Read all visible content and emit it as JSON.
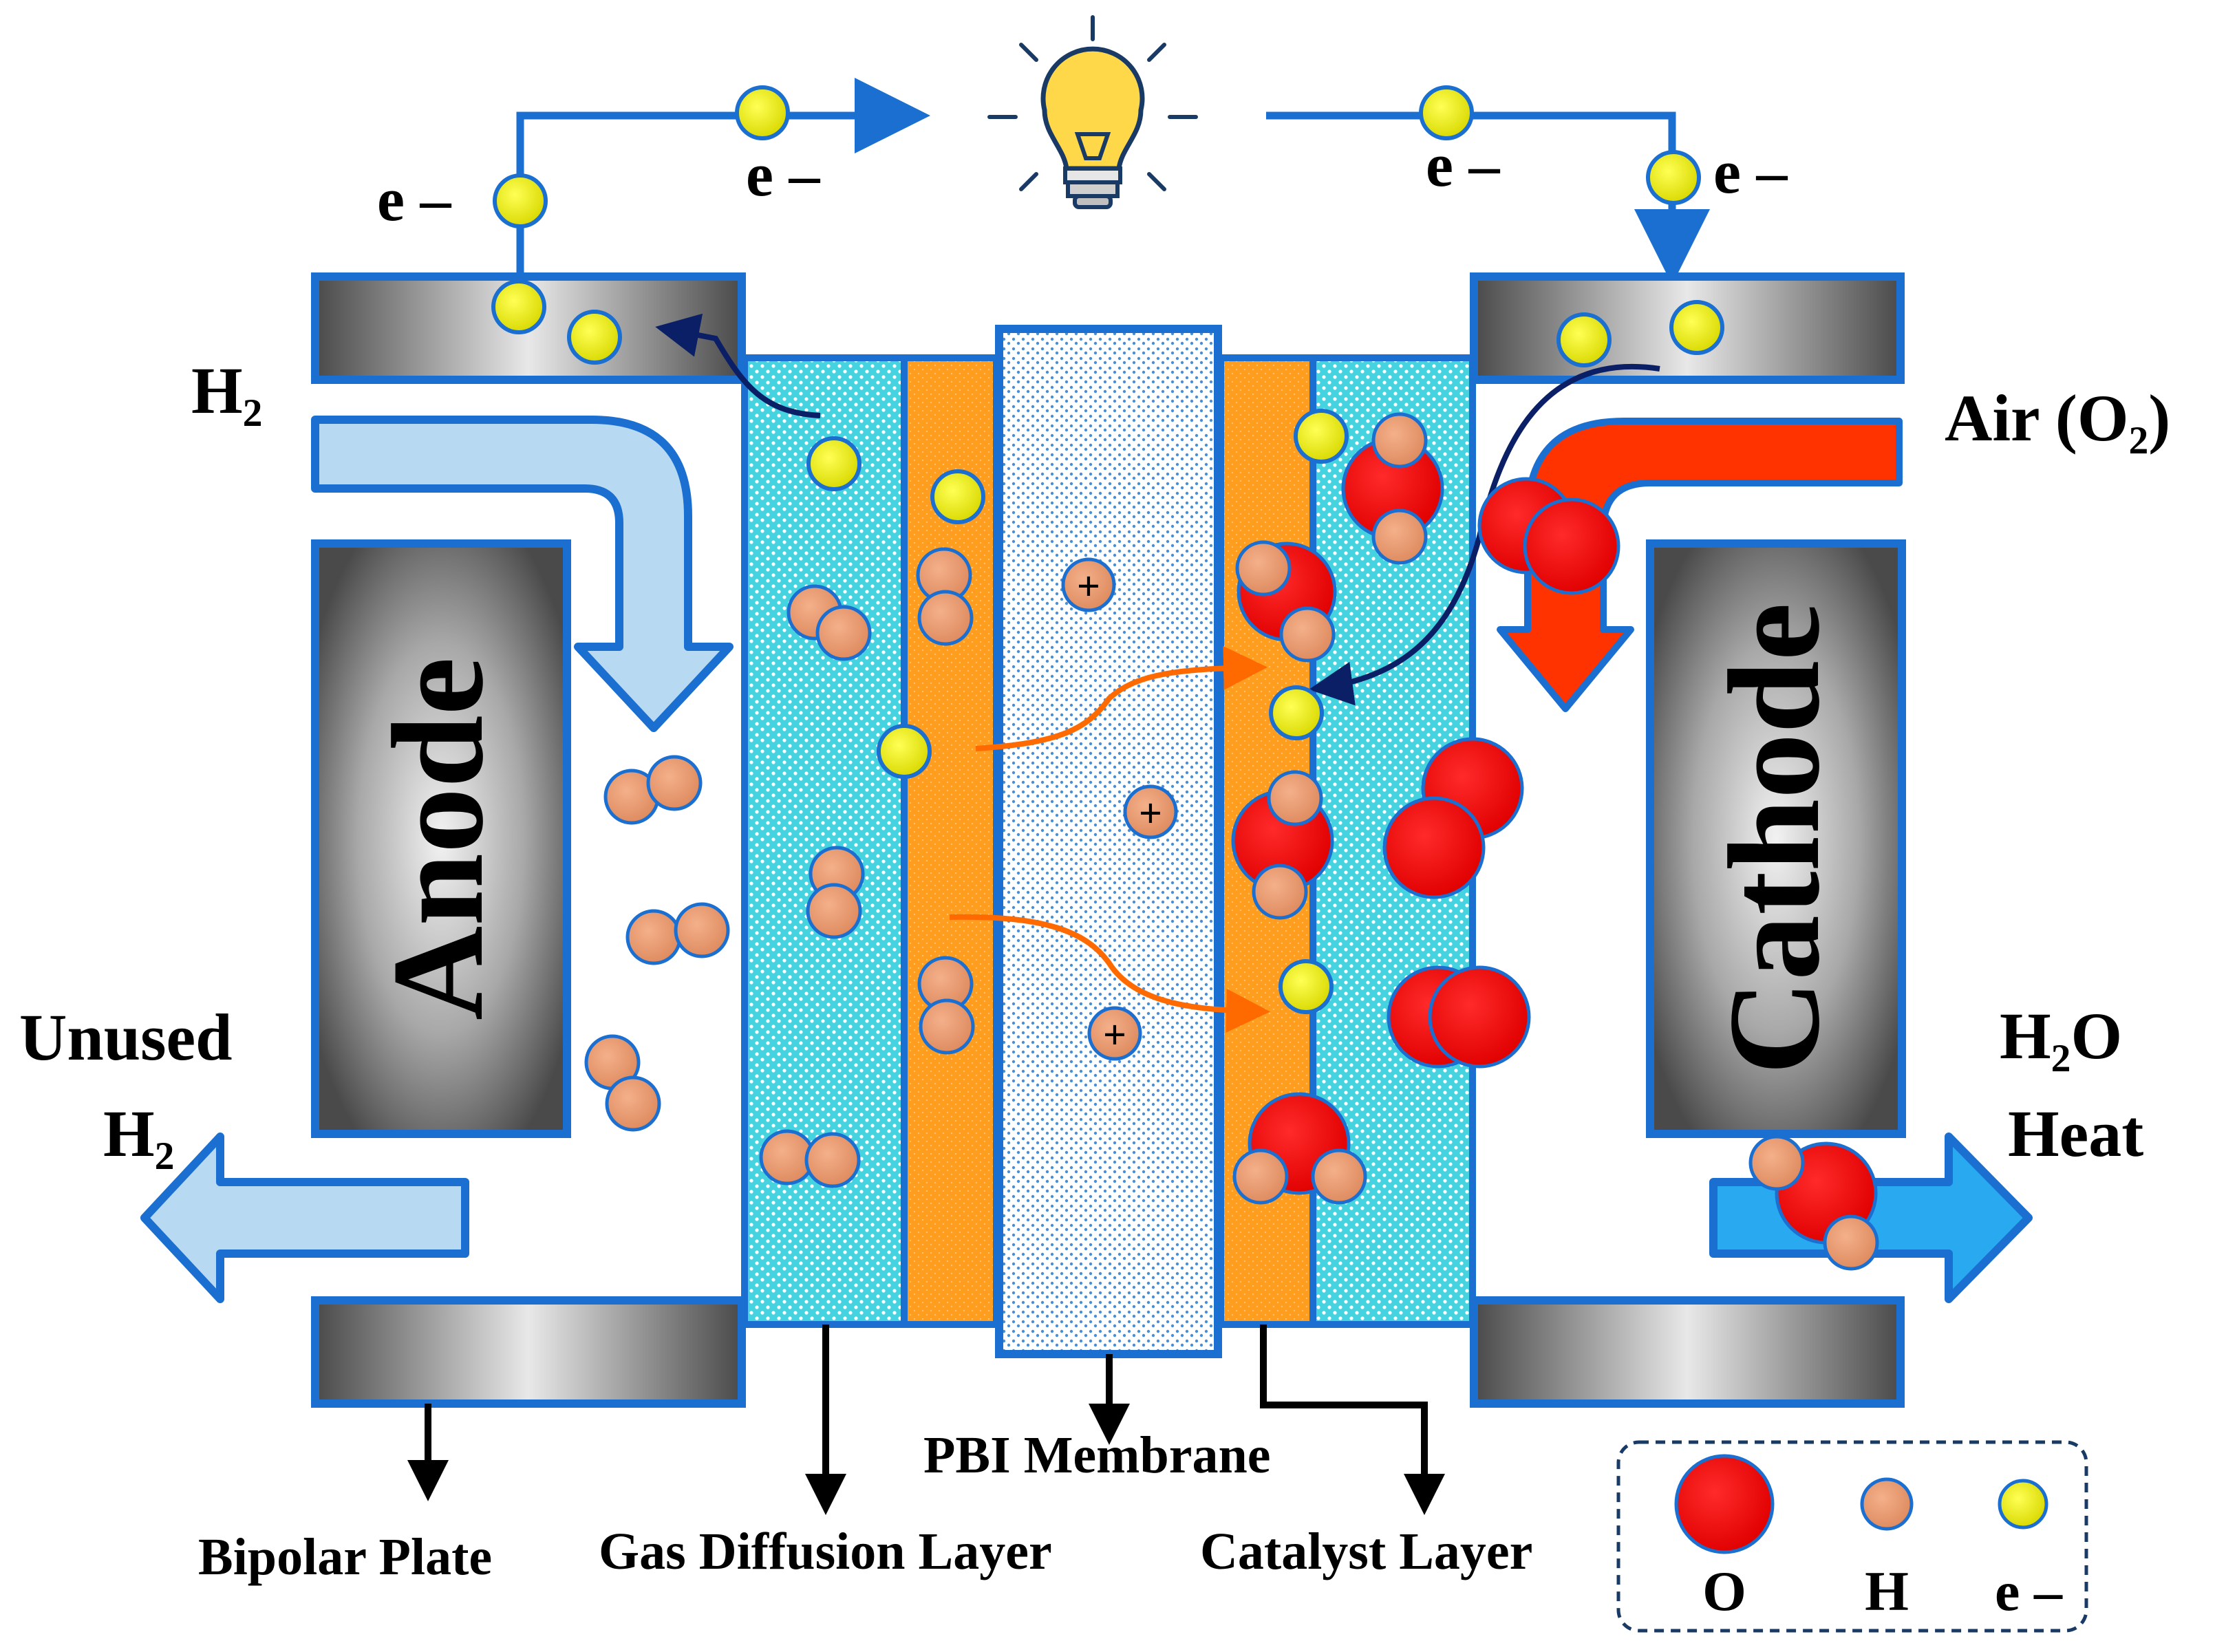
{
  "labels": {
    "anode": "Anode",
    "cathode": "Cathode",
    "h2_in": "H₂",
    "air_in": "Air (O₂)",
    "unused_line1": "Unused",
    "unused_line2": "H₂",
    "h2o": "H₂O",
    "heat": "Heat",
    "bipolar_plate": "Bipolar Plate",
    "gas_diffusion_layer": "Gas Diffusion Layer",
    "pbi_membrane": "PBI Membrane",
    "catalyst_layer": "Catalyst Layer",
    "electron": "e –",
    "proton_sign": "+"
  },
  "legend": [
    {
      "symbol": "O",
      "label": "O",
      "color": "#ee0000"
    },
    {
      "symbol": "H",
      "label": "H",
      "color": "#e8946a"
    },
    {
      "symbol": "e",
      "label": "e –",
      "color": "#e8e800"
    }
  ],
  "colors": {
    "wire": "#1a6fd1",
    "h2_arrow": "#b8d9f2",
    "air_arrow": "#ff3300",
    "out_arrow": "#29a9f0",
    "gdl": "#45d3e0",
    "catalyst": "#ff9d1f",
    "membrane": "#8fc0f0",
    "oxygen": "#ee0000",
    "hydrogen": "#e8946a",
    "electron": "#e8e800",
    "bulb": "#ffd84a"
  },
  "icons": {
    "bulb": "light-bulb-icon"
  }
}
